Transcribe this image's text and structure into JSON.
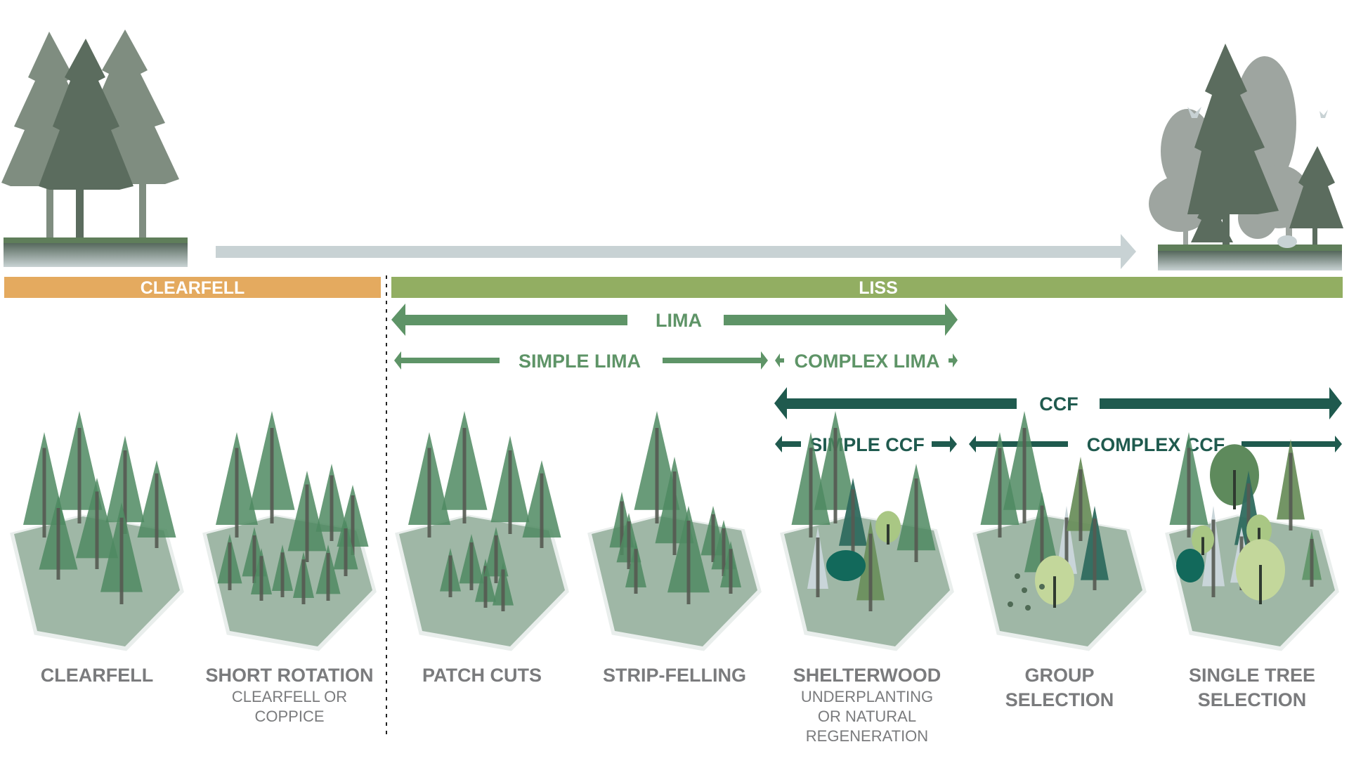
{
  "colors": {
    "clearfell_bar": "#e4aa5f",
    "liss_bar": "#92ae62",
    "lima_green": "#5e9467",
    "ccf_green": "#1f5a4e",
    "progress_arrow": "#c8d2d4",
    "label_gray": "#7a7b7d",
    "hex_fill": "#9fb7a6",
    "conifer": "#4f8a62"
  },
  "bars": {
    "clearfell": "CLEARFELL",
    "liss": "LISS"
  },
  "arrows": {
    "lima": "LIMA",
    "simple_lima": "SIMPLE LIMA",
    "complex_lima": "COMPLEX LIMA",
    "ccf": "CCF",
    "simple_ccf": "SIMPLE CCF",
    "complex_ccf": "COMPLEX CCF"
  },
  "systems": [
    {
      "title": [
        "CLEARFELL"
      ],
      "subtitle": []
    },
    {
      "title": [
        "SHORT ROTATION"
      ],
      "subtitle": [
        "CLEARFELL OR",
        "COPPICE"
      ]
    },
    {
      "title": [
        "PATCH CUTS"
      ],
      "subtitle": []
    },
    {
      "title": [
        "STRIP-FELLING"
      ],
      "subtitle": []
    },
    {
      "title": [
        "SHELTERWOOD"
      ],
      "subtitle": [
        "UNDERPLANTING",
        "OR NATURAL",
        "REGENERATION"
      ]
    },
    {
      "title": [
        "GROUP",
        "SELECTION"
      ],
      "subtitle": []
    },
    {
      "title": [
        "SINGLE TREE",
        "SELECTION"
      ],
      "subtitle": []
    }
  ]
}
